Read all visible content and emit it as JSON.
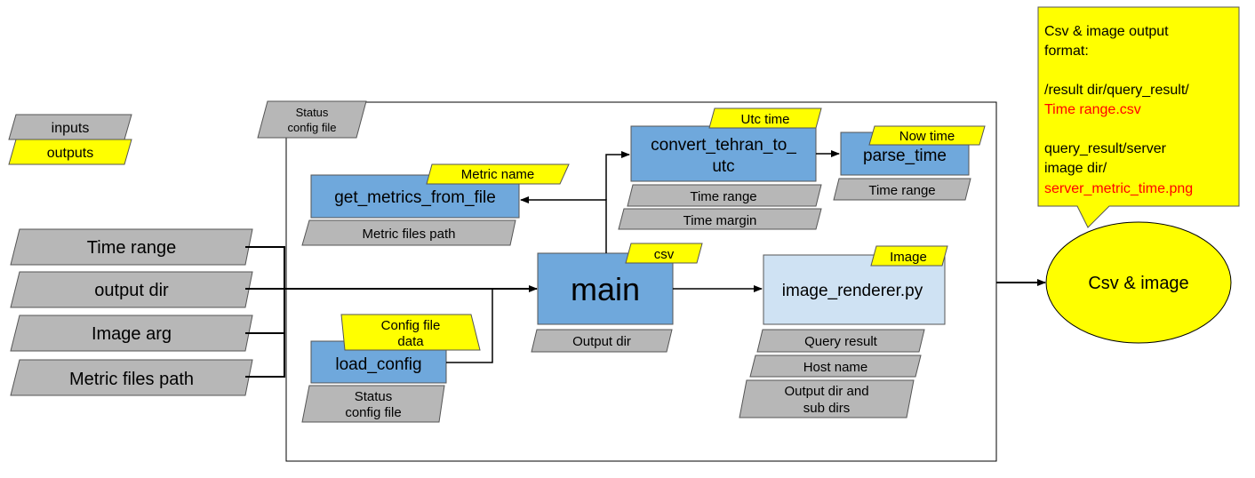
{
  "legend": {
    "inputs": "inputs",
    "outputs": "outputs"
  },
  "colors": {
    "gray": "#b7b7b7",
    "yellow": "#ffff00",
    "blue": "#6fa8dc",
    "light_blue": "#cfe2f3",
    "red_text": "#ff0000"
  },
  "inputs": [
    {
      "label": "Time range"
    },
    {
      "label": "output dir"
    },
    {
      "label": "Image arg"
    },
    {
      "label": "Metric files path"
    }
  ],
  "container": {
    "tag": {
      "line1": "Status",
      "line2": "config file"
    }
  },
  "functions": {
    "get_metrics": {
      "label": "get_metrics_from_file",
      "output": "Metric name",
      "inputs": [
        "Metric files path"
      ]
    },
    "convert": {
      "label_line1": "convert_tehran_to_",
      "label_line2": "utc",
      "output": "Utc time",
      "inputs": [
        "Time range",
        "Time margin"
      ]
    },
    "parse_time": {
      "label": "parse_time",
      "output": "Now time",
      "inputs": [
        "Time range"
      ]
    },
    "main": {
      "label": "main",
      "output": "csv",
      "inputs": [
        "Output dir"
      ]
    },
    "load_config": {
      "label": "load_config",
      "output_line1": "Config file",
      "output_line2": "data",
      "input_line1": "Status",
      "input_line2": "config file"
    },
    "image_renderer": {
      "label": "image_renderer.py",
      "output": "Image",
      "inputs": [
        "Query result",
        "Host name"
      ],
      "input3_line1": "Output dir and",
      "input3_line2": "sub dirs"
    }
  },
  "result": {
    "label": "Csv & image"
  },
  "callout": {
    "line1": "Csv & image output",
    "line2": "format:",
    "line3": "/result dir/query_result/",
    "line4_red": "Time range.csv",
    "line5": "query_result/server",
    "line6": "image dir/",
    "line7_red": "server_metric_time.png"
  }
}
